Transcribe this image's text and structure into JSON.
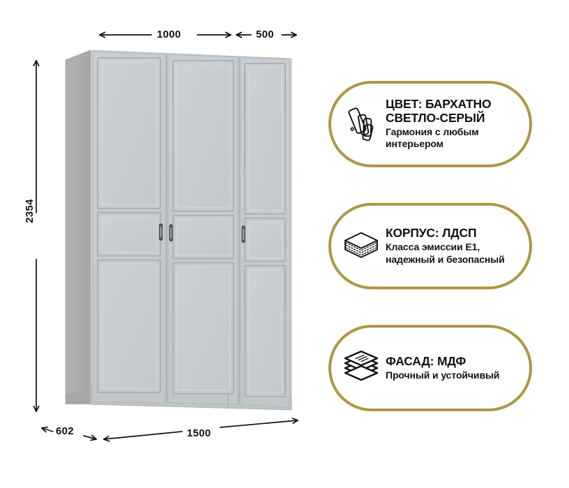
{
  "colors": {
    "badge_border": "#ad9743",
    "icon_stroke": "#111111",
    "dimension_line": "#111111",
    "cabinet_side": "#acacac",
    "cabinet_door": "#c5cacd",
    "cabinet_top": "#d2d5d7",
    "cabinet_groove": "#9aa1a6",
    "handle": "#4a4d50",
    "background": "#ffffff"
  },
  "dimensions": {
    "top_width": "1000",
    "top_depth": "500",
    "height": "2354",
    "bottom_depth": "602",
    "bottom_width": "1500",
    "unit_note": ""
  },
  "product": {
    "name": "wardrobe-3-door",
    "door_count": 3,
    "handle_count": 3
  },
  "badges": [
    {
      "id": "color",
      "icon": "color-swatch-fan-icon",
      "title": "ЦВЕТ: БАРХАТНО СВЕТЛО-СЕРЫЙ",
      "subtitle": "Гармония с любым интерьером"
    },
    {
      "id": "body",
      "icon": "particle-board-slab-icon",
      "title": "КОРПУС: ЛДСП",
      "subtitle": "Класса эмиссии E1, надежный и безопасный"
    },
    {
      "id": "facade",
      "icon": "stacked-sheets-icon",
      "title": "ФАСАД: МДФ",
      "subtitle": "Прочный и устойчивый"
    }
  ]
}
